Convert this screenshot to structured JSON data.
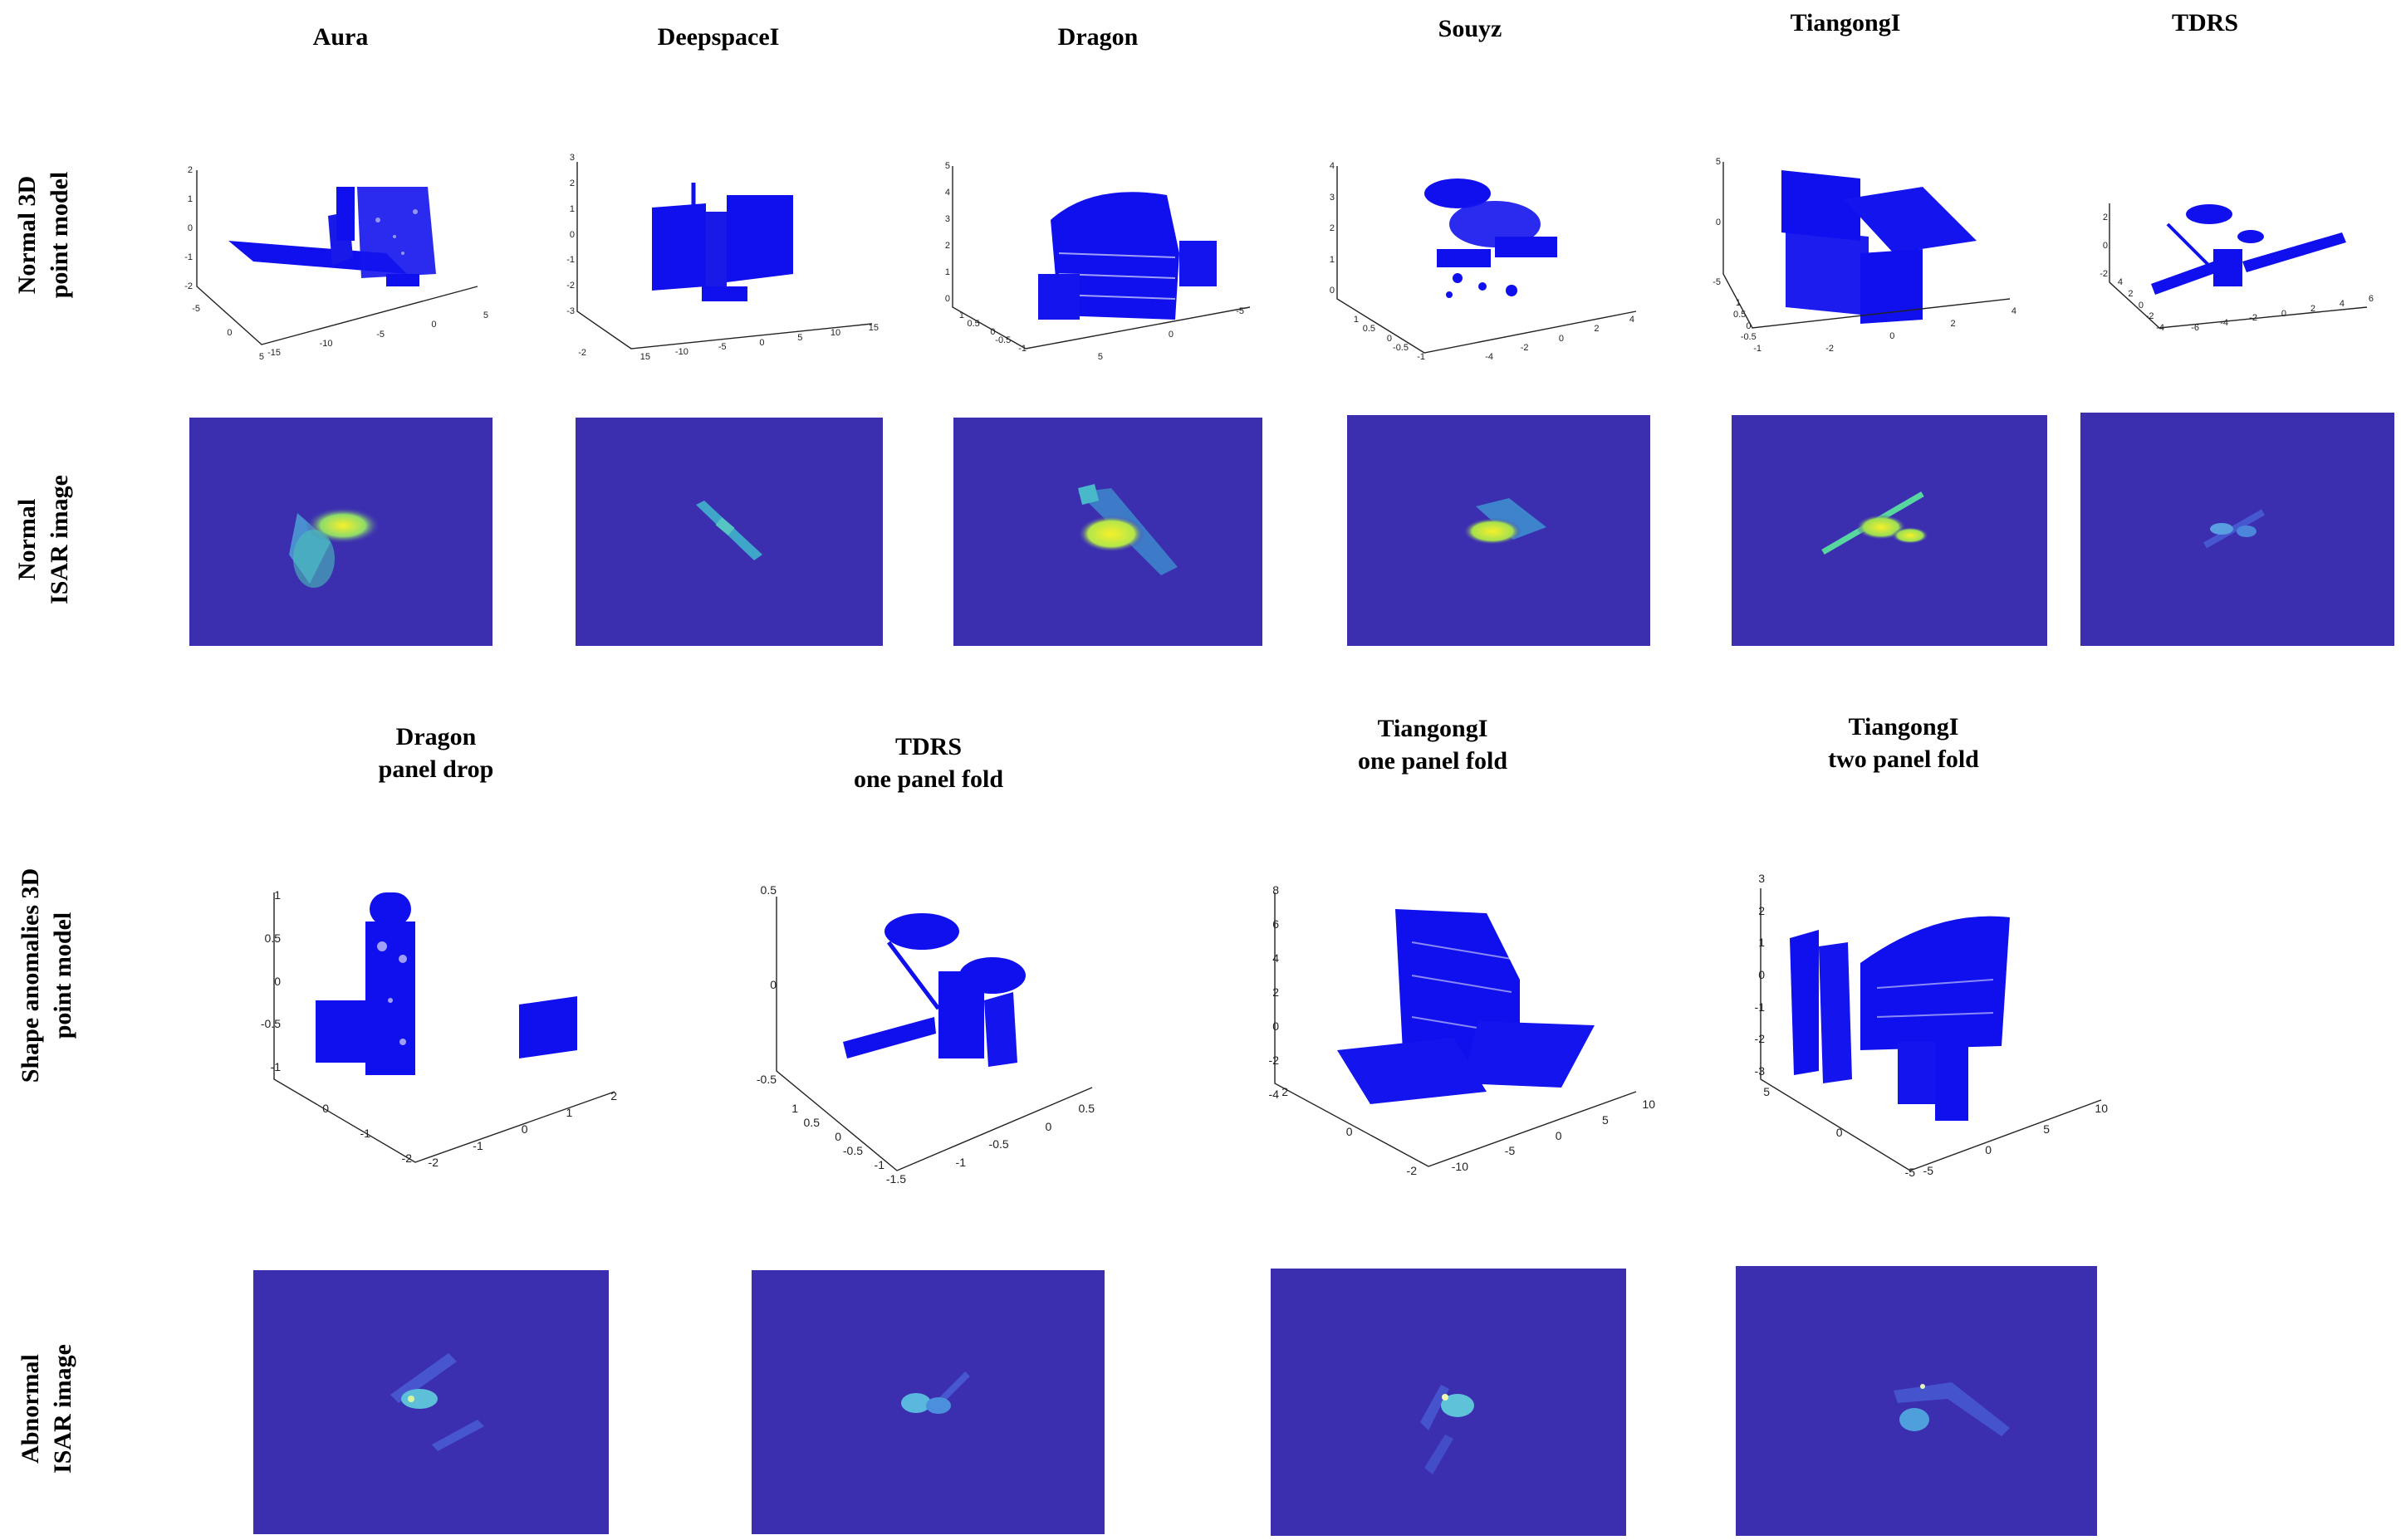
{
  "row_labels": {
    "normal_model": [
      "Normal 3D",
      "point model"
    ],
    "normal_isar": [
      "Normal",
      "ISAR image"
    ],
    "anomaly_model": [
      "Shape anomalies 3D",
      "point model"
    ],
    "abnormal_isar": [
      "Abnormal",
      "ISAR image"
    ]
  },
  "normal_titles": [
    "Aura",
    "DeepspaceI",
    "Dragon",
    "Souyz",
    "TiangongI",
    "TDRS"
  ],
  "anomaly_titles": [
    [
      "Dragon",
      "panel drop"
    ],
    [
      "TDRS",
      "one panel fold"
    ],
    [
      "TiangongI",
      "one panel fold"
    ],
    [
      "TiangongI",
      "two panel fold"
    ]
  ],
  "normal_ticks": [
    {
      "z": [
        "2",
        "1",
        "0",
        "-1",
        "-2"
      ],
      "a": [
        "-5",
        "0",
        "5"
      ],
      "b": [
        "-15",
        "-10",
        "-5",
        "0",
        "5"
      ]
    },
    {
      "z": [
        "3",
        "2",
        "1",
        "0",
        "-1",
        "-2",
        "-3"
      ],
      "a": [
        "-2"
      ],
      "b": [
        "15",
        "-10",
        "-5",
        "0",
        "5",
        "10",
        "15"
      ]
    },
    {
      "z": [
        "5",
        "4",
        "3",
        "2",
        "1",
        "0"
      ],
      "a": [
        "1",
        "0.5",
        "0",
        "-0.5",
        "-1"
      ],
      "b": [
        "5",
        "0",
        "-5"
      ]
    },
    {
      "z": [
        "4",
        "3",
        "2",
        "1",
        "0"
      ],
      "a": [
        "1",
        "0.5",
        "0",
        "-0.5",
        "-1"
      ],
      "b": [
        "-4",
        "-2",
        "0",
        "2",
        "4"
      ]
    },
    {
      "z": [
        "5",
        "0",
        "-5"
      ],
      "a": [
        "1",
        "0.5",
        "0",
        "-0.5",
        "-1"
      ],
      "b": [
        "-2",
        "0",
        "2",
        "4"
      ]
    },
    {
      "z": [
        "2",
        "0",
        "-2"
      ],
      "a": [
        "4",
        "2",
        "0",
        "-2",
        "-4"
      ],
      "b": [
        "-6",
        "-4",
        "-2",
        "0",
        "2",
        "4",
        "6"
      ]
    }
  ],
  "anomaly_ticks": [
    {
      "z": [
        "1",
        "0.5",
        "0",
        "-0.5",
        "-1"
      ],
      "a": [
        "0",
        "-1",
        "-2"
      ],
      "b": [
        "-2",
        "-1",
        "0",
        "1",
        "2"
      ]
    },
    {
      "z": [
        "0.5",
        "0",
        "-0.5"
      ],
      "a": [
        "1",
        "0.5",
        "0",
        "-0.5",
        "-1",
        "-1.5"
      ],
      "b": [
        "-1",
        "-0.5",
        "0",
        "0.5"
      ]
    },
    {
      "z": [
        "8",
        "6",
        "4",
        "2",
        "0",
        "-2",
        "-4"
      ],
      "a": [
        "2",
        "0",
        "-2"
      ],
      "b": [
        "-10",
        "-5",
        "0",
        "5",
        "10"
      ]
    },
    {
      "z": [
        "3",
        "2",
        "1",
        "0",
        "-1",
        "-2",
        "-3"
      ],
      "a": [
        "5",
        "0",
        "-5"
      ],
      "b": [
        "-5",
        "0",
        "5",
        "10"
      ]
    }
  ]
}
